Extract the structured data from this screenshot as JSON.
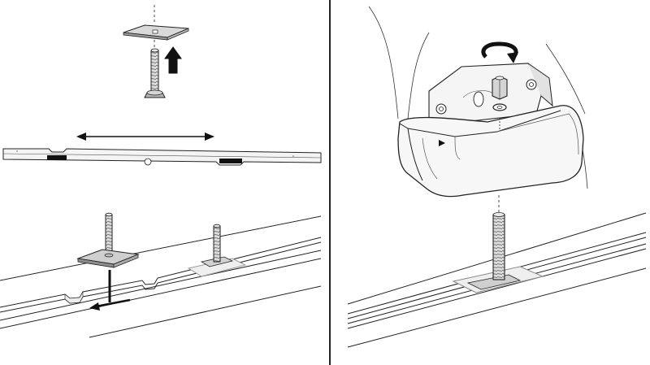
{
  "figure": {
    "panels": [
      {
        "id": "left",
        "steps": [
          "plate-and-bolt-lift",
          "rail-slide-range",
          "bolt-insert-into-track"
        ]
      },
      {
        "id": "right",
        "steps": [
          "foot-mount-on-bolt",
          "nut-rotate-tighten"
        ]
      }
    ],
    "icons": [
      "up-arrow-icon",
      "double-headed-arrow-icon",
      "insert-slide-arrow-icon",
      "rotate-arrow-icon"
    ]
  },
  "colors": {
    "line": "#222222",
    "fill_light": "#f2f2f2",
    "fill_mid": "#cfcfcf",
    "fill_dark": "#888888",
    "black": "#111111"
  }
}
